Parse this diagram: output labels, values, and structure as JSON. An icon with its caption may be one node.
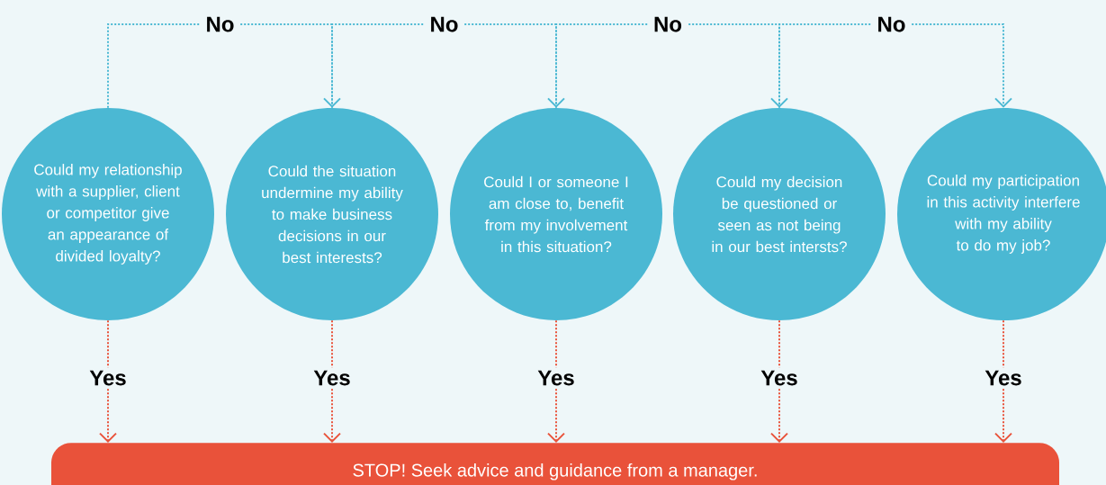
{
  "diagram": {
    "nodes": [
      {
        "text": [
          "Could my relationship with a supplier, client or competitor give an appearance of divided loyalty?"
        ]
      },
      {
        "text": [
          "Could the situation undermine my ability to make business decisions in our best interests?"
        ]
      },
      {
        "text": [
          "Could I or someone I am close to, benefit from my involvement in this situation?"
        ]
      },
      {
        "text": [
          "Could my decision be questioned or seen as not being in our best intersts?"
        ]
      },
      {
        "text": [
          "Could my participation in this activity interfere with my ability to do my job?"
        ]
      },
      {
        "text": [
          "STOP! Seek advice and guidance from a manager."
        ]
      }
    ],
    "edges": [
      {
        "from": 0,
        "to": 1,
        "arrow": "to",
        "label": "No",
        "color": "#4bb8d3"
      },
      {
        "from": 1,
        "to": 2,
        "arrow": "to",
        "label": "No",
        "color": "#4bb8d3"
      },
      {
        "from": 2,
        "to": 3,
        "arrow": "to",
        "label": "No",
        "color": "#4bb8d3"
      },
      {
        "from": 3,
        "to": 4,
        "arrow": "to",
        "label": "No",
        "color": "#4bb8d3"
      },
      {
        "from": 0,
        "to": 5,
        "arrow": "to",
        "label": "Yes"
      },
      {
        "from": 1,
        "to": 5,
        "arrow": "to",
        "label": "Yes"
      },
      {
        "from": 2,
        "to": 5,
        "arrow": "to",
        "label": "Yes"
      },
      {
        "from": 3,
        "to": 5,
        "arrow": "to",
        "label": "Yes"
      },
      {
        "from": 4,
        "to": 5,
        "arrow": "to",
        "label": "Yes"
      }
    ]
  }
}
